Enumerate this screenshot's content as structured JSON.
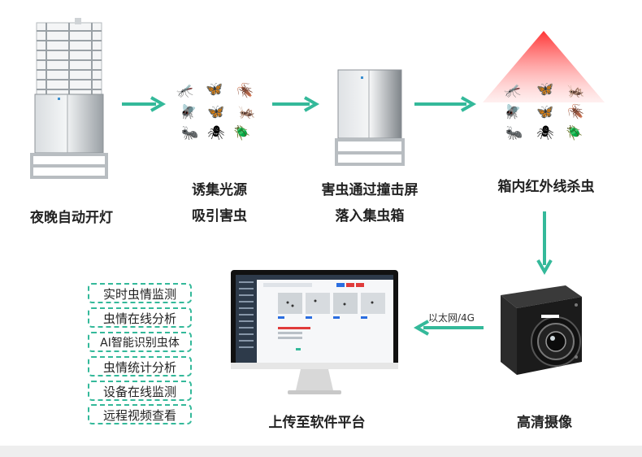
{
  "steps": {
    "s1": "夜晚自动开灯",
    "s2_line1": "诱集光源",
    "s2_line2": "吸引害虫",
    "s3_line1": "害虫通过撞击屏",
    "s3_line2": "落入集虫箱",
    "s4": "箱内红外线杀虫",
    "s5": "高清摄像",
    "s6": "上传至软件平台"
  },
  "link_label": "以太网/4G",
  "features": [
    "实时虫情监测",
    "虫情在线分析",
    "AI智能识别虫体",
    "虫情统计分析",
    "设备在线监测",
    "远程视频查看"
  ],
  "colors": {
    "arrow": "#34b99a",
    "feature_border": "#34b99a",
    "infrared": "#ff3b3b",
    "sidebar": "#2d3a4a"
  }
}
